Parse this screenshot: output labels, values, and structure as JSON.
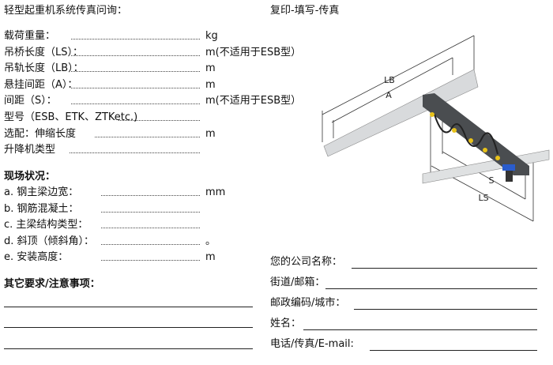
{
  "title": "轻型起重机系统传真问询：",
  "subtitle": "复印-填写-传真",
  "fields": [
    {
      "label": "载荷重量：",
      "unit": "kg"
    },
    {
      "label": "吊桥长度（LS）：",
      "unit": "m(不适用于ESB型）"
    },
    {
      "label": "吊轨长度（LB）：",
      "unit": "m"
    },
    {
      "label": "悬挂间距（A）：",
      "unit": "m"
    },
    {
      "label": "间距（S）：",
      "unit": "m(不适用于ESB型）"
    },
    {
      "label": "型号（ESB、ETK、ZTKetc.)",
      "unit": ""
    },
    {
      "label": "选配：伸缩长度",
      "unit": "m"
    },
    {
      "label": "升降机类型",
      "unit": ""
    }
  ],
  "site": {
    "heading": "现场状况：",
    "items": [
      {
        "label": "a. 钢主梁边宽：",
        "unit": "mm"
      },
      {
        "label": "b. 钢筋混凝土：",
        "unit": ""
      },
      {
        "label": "c. 主梁结构类型：",
        "unit": ""
      },
      {
        "label": "d. 斜顶（倾斜角）：",
        "unit": "。"
      },
      {
        "label": "e. 安装高度：",
        "unit": "m"
      }
    ]
  },
  "notes_heading": "其它要求/注意事项：",
  "contact": [
    {
      "label": "您的公司名称："
    },
    {
      "label": "街道/邮箱："
    },
    {
      "label": "邮政编码/城市："
    },
    {
      "label": "姓名："
    },
    {
      "label": "电话/传真/E-mail:"
    }
  ],
  "diagram": {
    "labels": [
      "LB",
      "A",
      "S",
      "LS"
    ]
  }
}
